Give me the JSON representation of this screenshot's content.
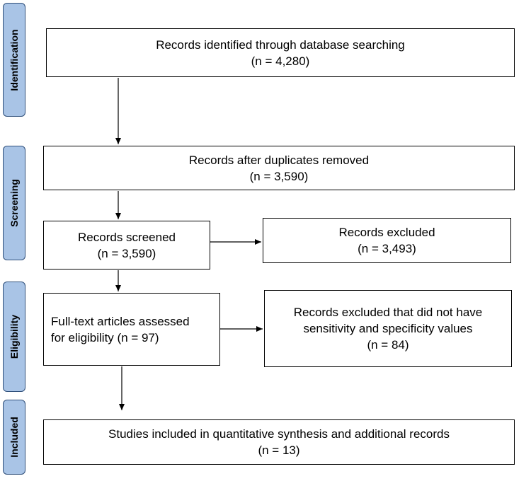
{
  "phases": {
    "identification": "Identification",
    "screening": "Screening",
    "eligibility": "Eligibility",
    "included": "Included"
  },
  "boxes": {
    "identified": {
      "line1": "Records identified through database searching",
      "line2": "(n = 4,280)"
    },
    "duplicates_removed": {
      "line1": "Records after duplicates removed",
      "line2": "(n = 3,590)"
    },
    "screened": {
      "line1": "Records screened",
      "line2": "(n = 3,590)"
    },
    "excluded": {
      "line1": "Records excluded",
      "line2": "(n = 3,493)"
    },
    "full_text": {
      "line1": "Full-text articles assessed",
      "line2": "for eligibility (n = 97)"
    },
    "excluded_full_text": {
      "line1": "Records excluded that did not have",
      "line2": "sensitivity and specificity values",
      "line3": "(n = 84)"
    },
    "included": {
      "line1": "Studies included in quantitative synthesis and additional records",
      "line2": "(n = 13)"
    }
  },
  "colors": {
    "phase_fill": "#a9c4e6",
    "phase_border": "#2f4f7a",
    "box_border": "#000000"
  }
}
